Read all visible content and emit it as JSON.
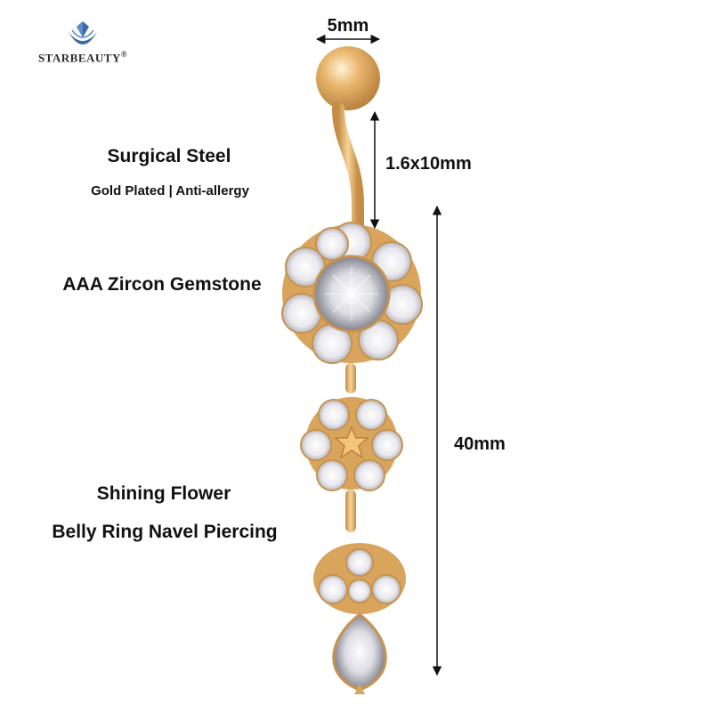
{
  "brand": {
    "name": "STARBEAUTY",
    "trademark": "®",
    "logo_icon": "diamond-wings-icon",
    "logo_color": "#3a6aa8"
  },
  "labels": {
    "material_title": "Surgical Steel",
    "material_subtitle": "Gold Plated | Anti-allergy",
    "gemstone": "AAA Zircon Gemstone",
    "product_line1": "Shining Flower",
    "product_line2": "Belly Ring Navel Piercing"
  },
  "dimensions": {
    "ball_diameter": "5mm",
    "bar_size": "1.6x10mm",
    "drop_length": "40mm"
  },
  "colors": {
    "gold": "#e8b46a",
    "gold_dark": "#b98340",
    "crystal": "#f2f2f4",
    "text": "#111111"
  }
}
